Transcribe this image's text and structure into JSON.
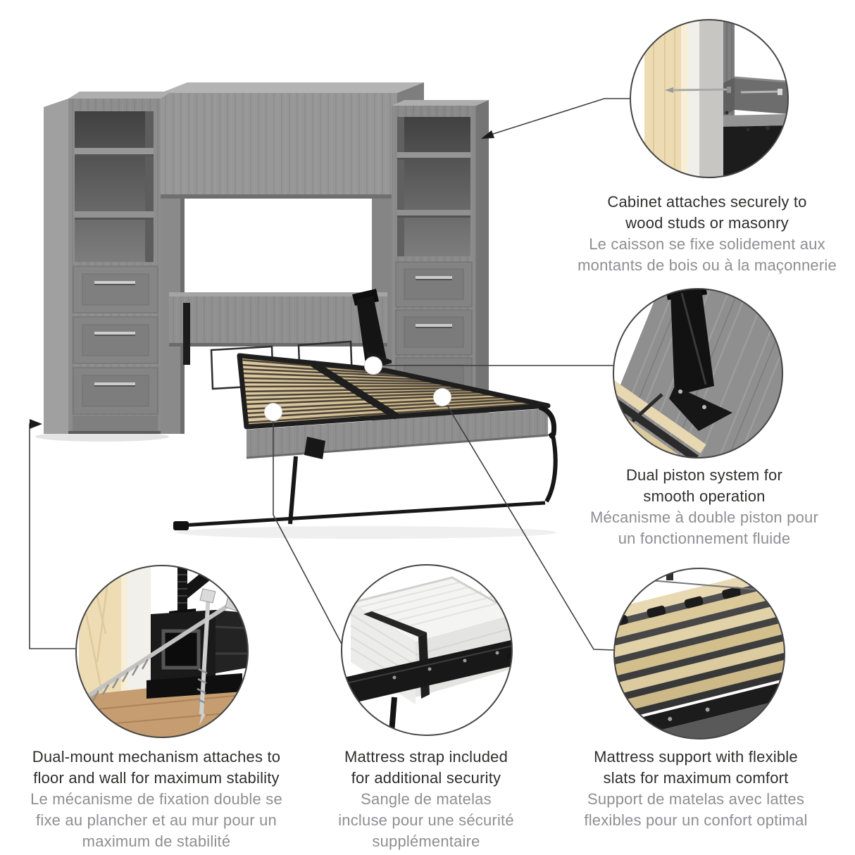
{
  "palette": {
    "cabinet_gray": "#8d8d8d",
    "cabinet_interior": "#4a4a4a",
    "slat_wood": "#d7c399",
    "metal_black": "#1b1b1b",
    "stud_wood": "#ecdbb3",
    "floor_wood": "#c59d70",
    "text_dark": "#2f2e2d",
    "text_gray": "#8f8f92",
    "connector_line": "#3f3f3f"
  },
  "callouts": [
    {
      "id": "cabinet-attachment",
      "en": [
        "Cabinet attaches securely to",
        "wood studs or masonry"
      ],
      "fr": [
        "Le caisson se fixe solidement aux",
        "montants de bois ou à la maçonnerie"
      ]
    },
    {
      "id": "dual-piston",
      "en": [
        "Dual piston system for",
        "smooth operation"
      ],
      "fr": [
        "Mécanisme à double piston pour",
        "un fonctionnement fluide"
      ]
    },
    {
      "id": "dual-mount",
      "en": [
        "Dual-mount mechanism attaches to",
        "floor and wall for maximum stability"
      ],
      "fr": [
        "Le mécanisme de fixation double se",
        "fixe au plancher et au mur pour un",
        "maximum de stabilité"
      ]
    },
    {
      "id": "mattress-strap",
      "en": [
        "Mattress strap included",
        "for additional security"
      ],
      "fr": [
        "Sangle de matelas",
        "incluse pour une sécurité",
        "supplémentaire"
      ]
    },
    {
      "id": "flexible-slats",
      "en": [
        "Mattress support with flexible",
        "slats for maximum comfort"
      ],
      "fr": [
        "Support de matelas avec lattes",
        "flexibles pour un confort optimal"
      ]
    }
  ]
}
